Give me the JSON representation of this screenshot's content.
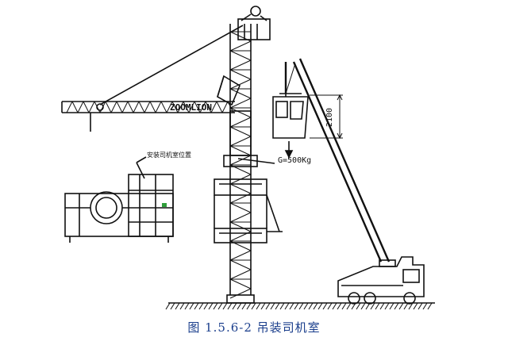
{
  "figure": {
    "caption": "图 1.5.6-2 吊装司机室",
    "boom_brand": "ZOOMLION",
    "hoist_height": "2100",
    "load_weight": "G=500Kg",
    "detail_label": "安装司机室位置"
  },
  "colors": {
    "caption": "#1a3e8c",
    "ink": "#111111",
    "marker": "#2e9e3a"
  }
}
